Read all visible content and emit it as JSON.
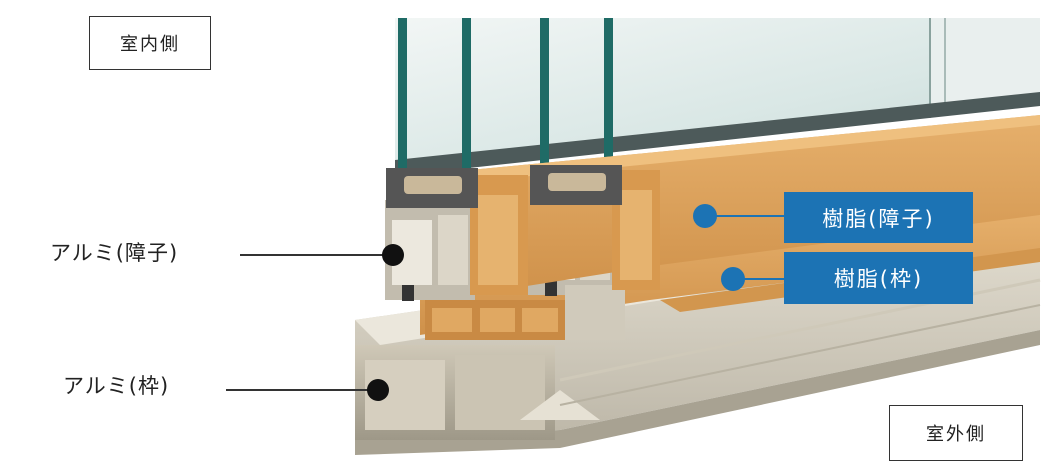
{
  "labels": {
    "indoor_side": "室内側",
    "outdoor_side": "室外側",
    "resin_sash": "樹脂(障子)",
    "resin_frame": "樹脂(枠)",
    "aluminum_sash": "アルミ(障子)",
    "aluminum_frame": "アルミ(枠)"
  },
  "colors": {
    "callout_blue": "#1c73b4",
    "resin_wood": "#d9a05a",
    "aluminum_beige": "#d8d2c2",
    "glass_green": "#1f6b66"
  }
}
